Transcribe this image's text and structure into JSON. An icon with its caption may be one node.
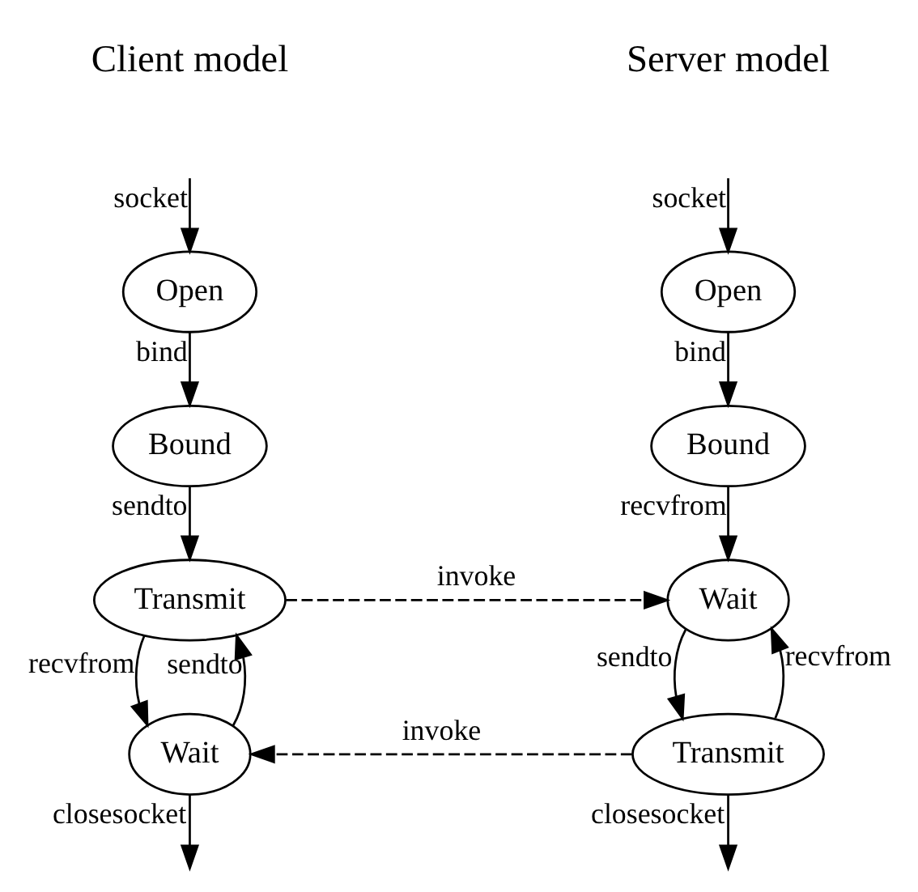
{
  "diagram": {
    "nodes": [
      {
        "text": [
          "Open"
        ]
      },
      {
        "text": [
          "Bound"
        ]
      },
      {
        "text": [
          "Transmit"
        ]
      },
      {
        "text": [
          "Wait"
        ]
      },
      {
        "text": [
          "Open"
        ]
      },
      {
        "text": [
          "Bound"
        ]
      },
      {
        "text": [
          "Wait"
        ]
      },
      {
        "text": [
          "Transmit"
        ]
      }
    ],
    "edges": [
      {
        "from": null,
        "to": 0,
        "arrow": "to",
        "label": "socket"
      },
      {
        "from": 0,
        "to": 1,
        "arrow": "to",
        "label": "bind"
      },
      {
        "from": 1,
        "to": 2,
        "arrow": "to",
        "label": "sendto"
      },
      {
        "from": 2,
        "to": 3,
        "arrow": "to",
        "label": "recvfrom"
      },
      {
        "from": 3,
        "to": 2,
        "arrow": "to",
        "label": "sendto"
      },
      {
        "from": 3,
        "to": null,
        "arrow": "to",
        "label": "closesocket"
      },
      {
        "from": null,
        "to": 4,
        "arrow": "to",
        "label": "socket"
      },
      {
        "from": 4,
        "to": 5,
        "arrow": "to",
        "label": "bind"
      },
      {
        "from": 5,
        "to": 6,
        "arrow": "to",
        "label": "recvfrom"
      },
      {
        "from": 6,
        "to": 7,
        "arrow": "to",
        "label": "sendto"
      },
      {
        "from": 7,
        "to": 6,
        "arrow": "to",
        "label": "recvfrom"
      },
      {
        "from": 7,
        "to": null,
        "arrow": "to",
        "label": "closesocket"
      },
      {
        "from": 2,
        "to": 6,
        "arrow": "to",
        "label": "invoke",
        "style": "dashed"
      },
      {
        "from": 7,
        "to": 3,
        "arrow": "to",
        "label": "invoke",
        "style": "dashed"
      }
    ],
    "labels": [
      "Client model",
      "Server model"
    ]
  }
}
